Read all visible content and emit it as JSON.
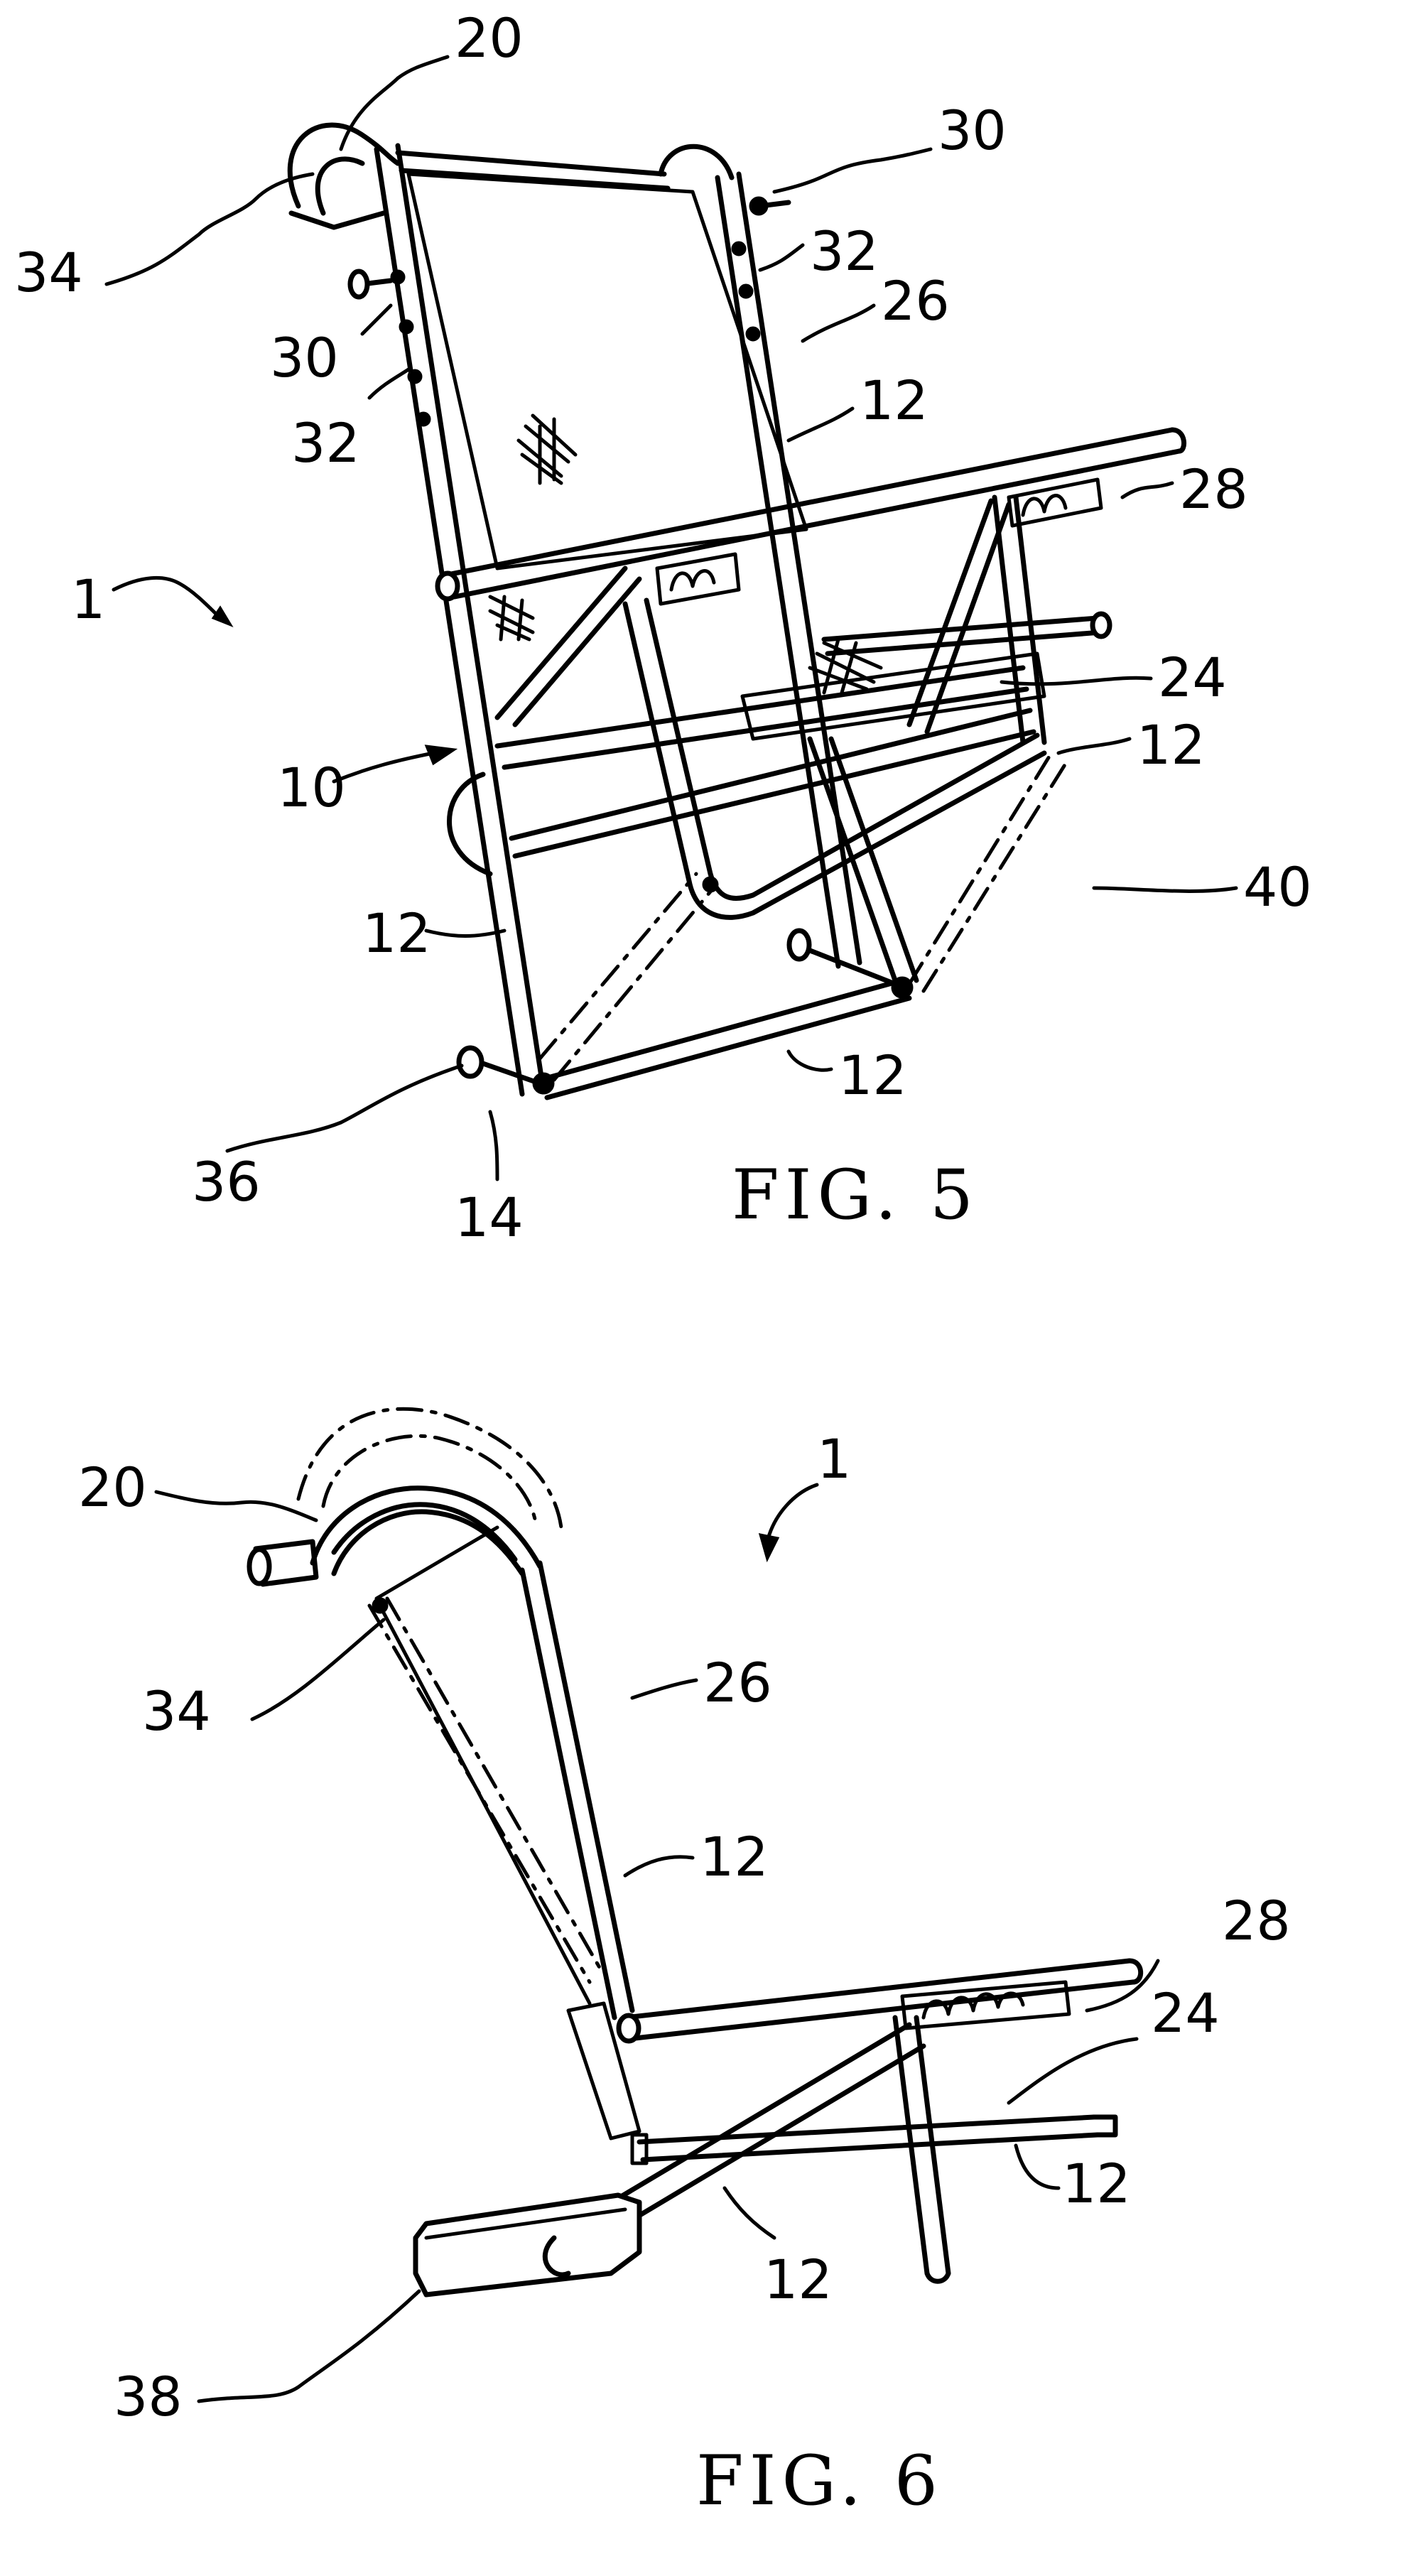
{
  "figures": [
    {
      "caption": "FIG. 5",
      "labels": [
        "20",
        "30",
        "34",
        "32",
        "26",
        "30",
        "32",
        "12",
        "28",
        "1",
        "24",
        "10",
        "12",
        "40",
        "12",
        "12",
        "36",
        "14"
      ]
    },
    {
      "caption": "FIG. 6",
      "labels": [
        "20",
        "1",
        "34",
        "26",
        "12",
        "28",
        "24",
        "12",
        "12",
        "38"
      ]
    }
  ]
}
